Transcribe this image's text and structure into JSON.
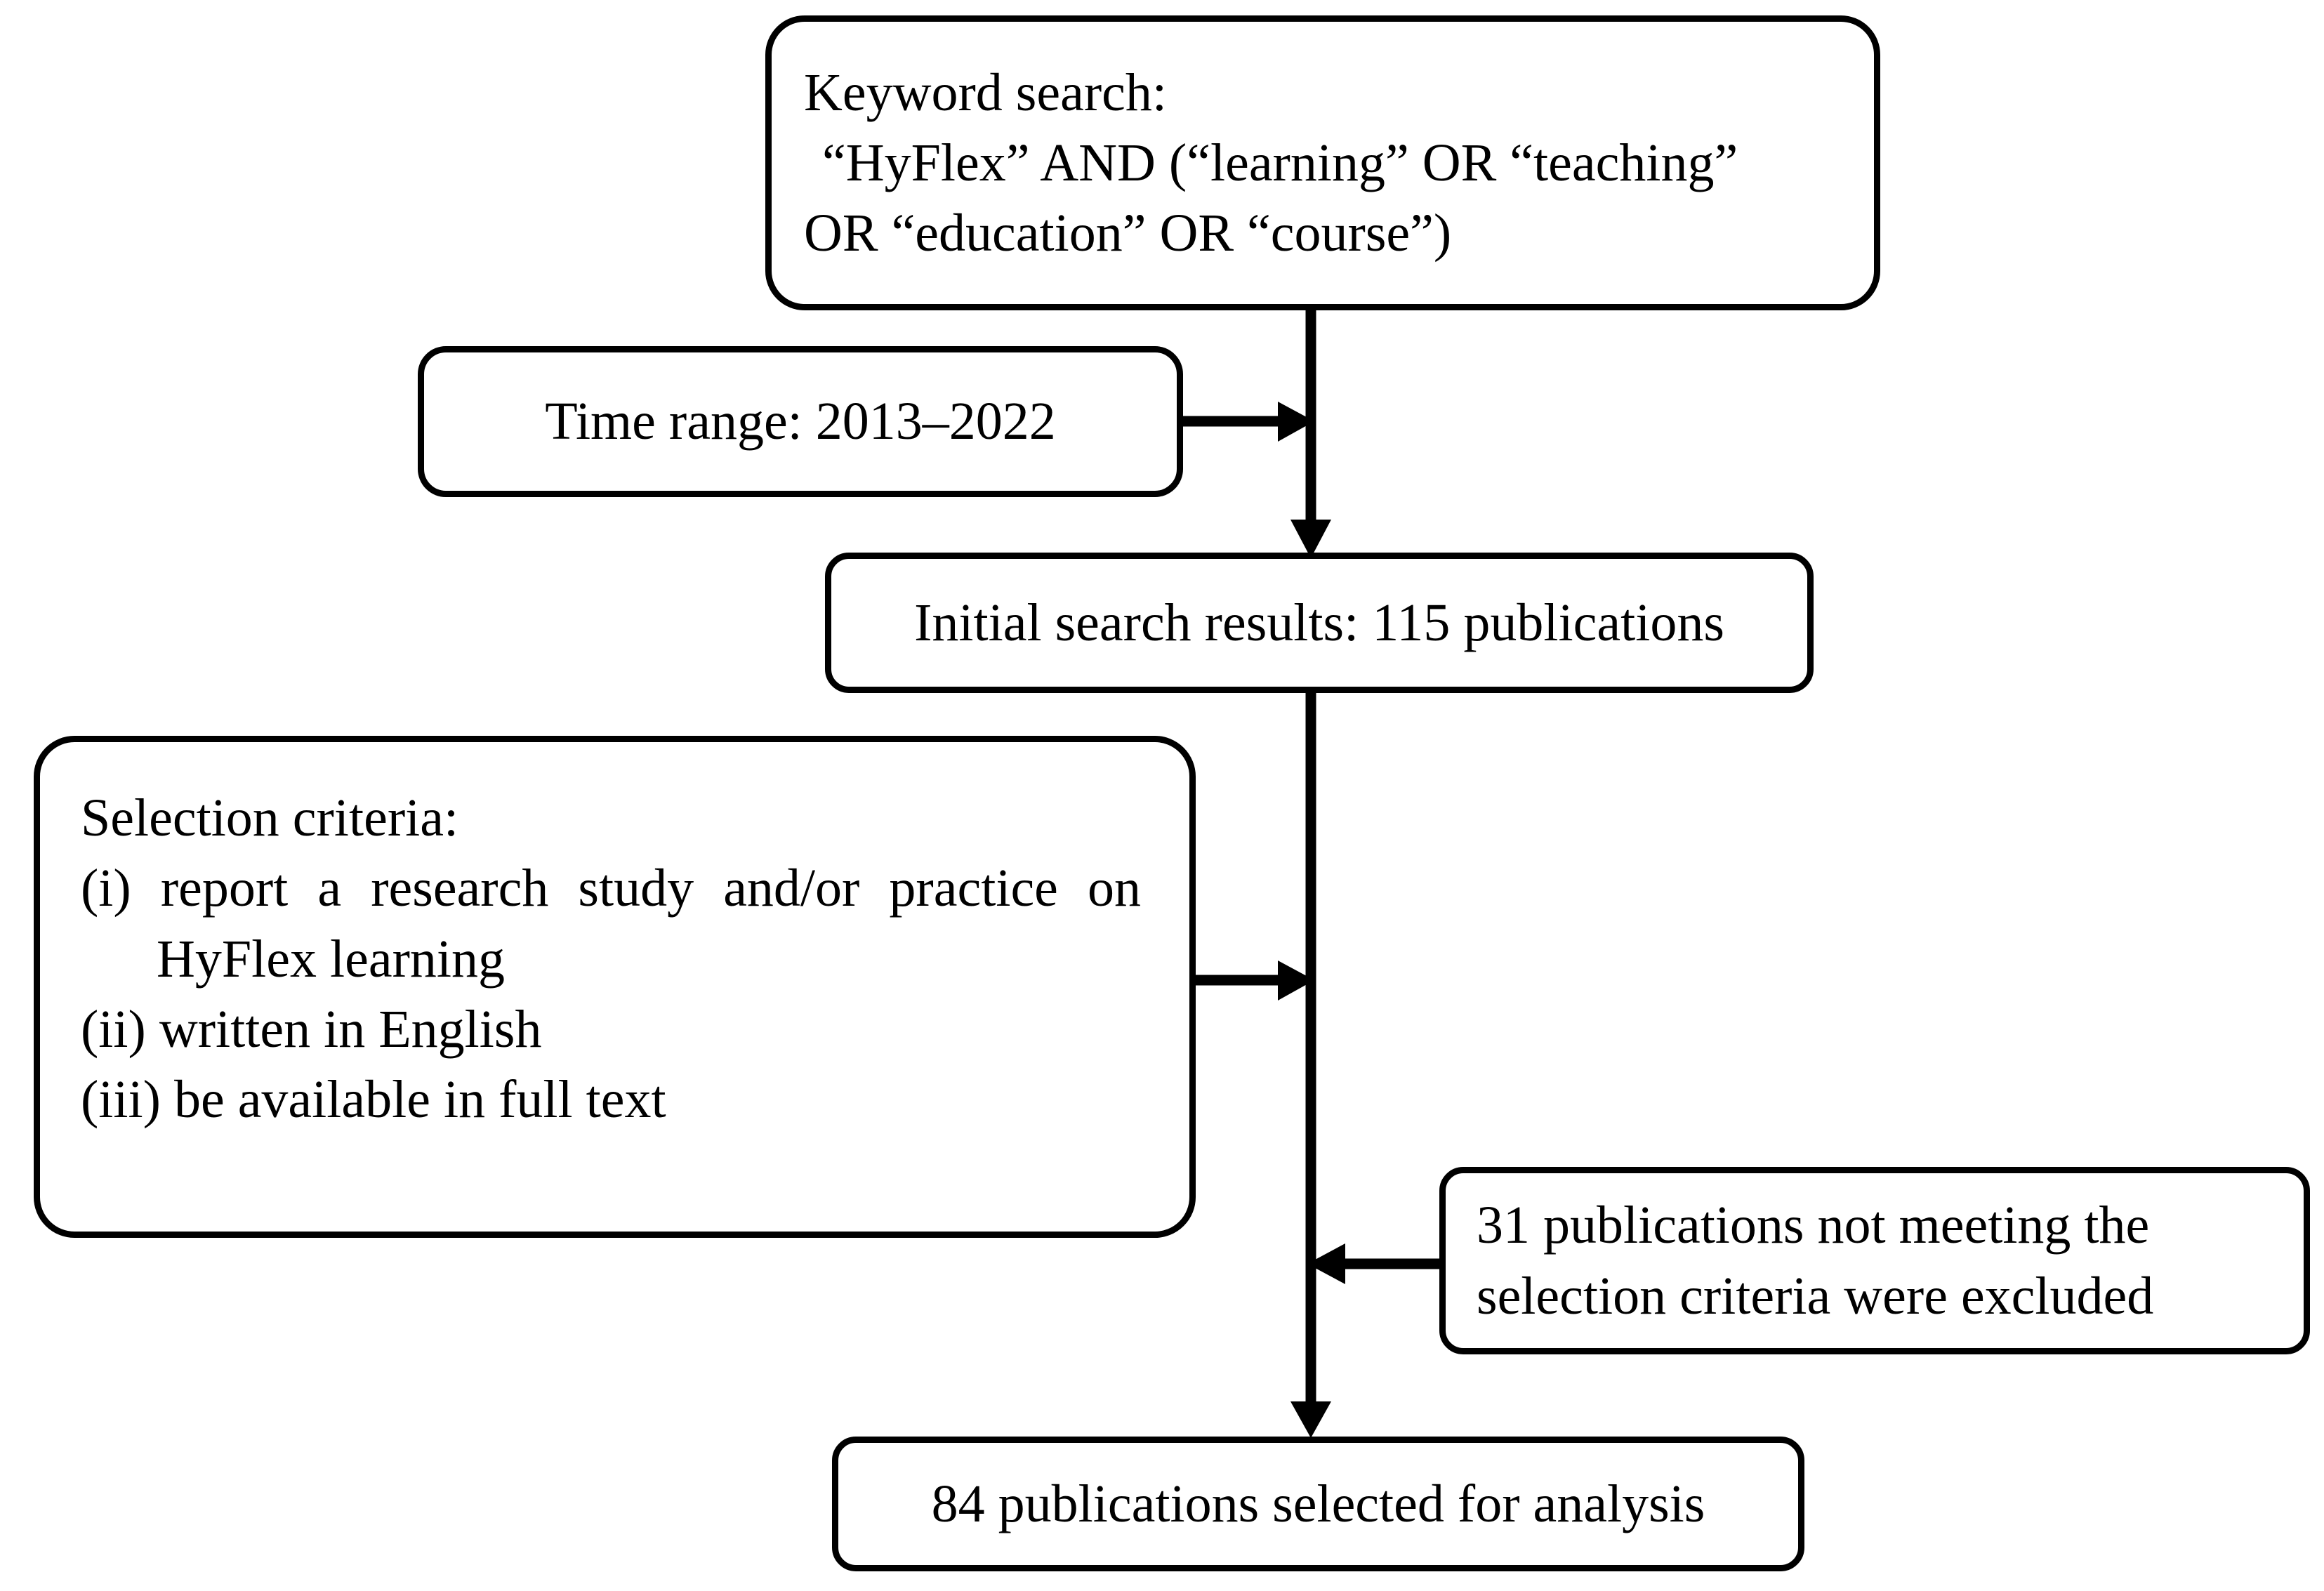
{
  "diagram": {
    "title": "Literature selection flowchart",
    "colors": {
      "stroke": "#000000",
      "fill": "#ffffff",
      "text": "#000000"
    },
    "nodes": {
      "keyword_search": {
        "lines": [
          "Keyword search:",
          "“HyFlex” AND (“learning” OR “teaching”",
          "OR “education” OR “course”)"
        ]
      },
      "time_range": {
        "lines": [
          "Time range: 2013–2022"
        ]
      },
      "initial_results": {
        "lines": [
          "Initial search results: 115 publications"
        ]
      },
      "selection_criteria": {
        "lines": [
          "Selection criteria:",
          "(i) report a research study and/or practice on",
          "HyFlex learning",
          "(ii) written in English",
          "(iii) be available in full text"
        ]
      },
      "excluded": {
        "lines": [
          "31 publications not meeting the",
          "selection criteria were excluded"
        ]
      },
      "final_selection": {
        "lines": [
          "84 publications selected for analysis"
        ]
      }
    },
    "connectors": [
      {
        "name": "keyword-to-initial",
        "direction": "down"
      },
      {
        "name": "timerange-to-spine",
        "direction": "right"
      },
      {
        "name": "initial-to-final",
        "direction": "down"
      },
      {
        "name": "criteria-to-spine",
        "direction": "right"
      },
      {
        "name": "excluded-to-spine",
        "direction": "left"
      }
    ]
  }
}
